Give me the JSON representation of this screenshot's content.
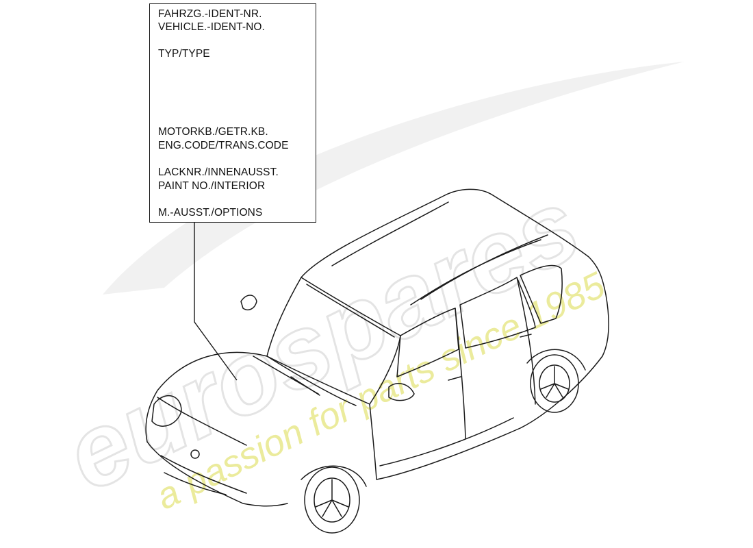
{
  "watermark": {
    "brand": "eurospares",
    "tagline": "a passion for parts since 1985",
    "brand_color": "#e4e4e4",
    "tagline_color": "#ebeb9c"
  },
  "label_plate": {
    "lines": [
      "FAHRZG.-IDENT-NR.",
      "VEHICLE.-IDENT-NO.",
      "TYP/TYPE",
      "MOTORKB./GETR.KB.",
      "ENG.CODE/TRANS.CODE",
      "LACKNR./INNENAUSST.",
      "PAINT NO./INTERIOR",
      "M.-AUSST./OPTIONS"
    ]
  }
}
